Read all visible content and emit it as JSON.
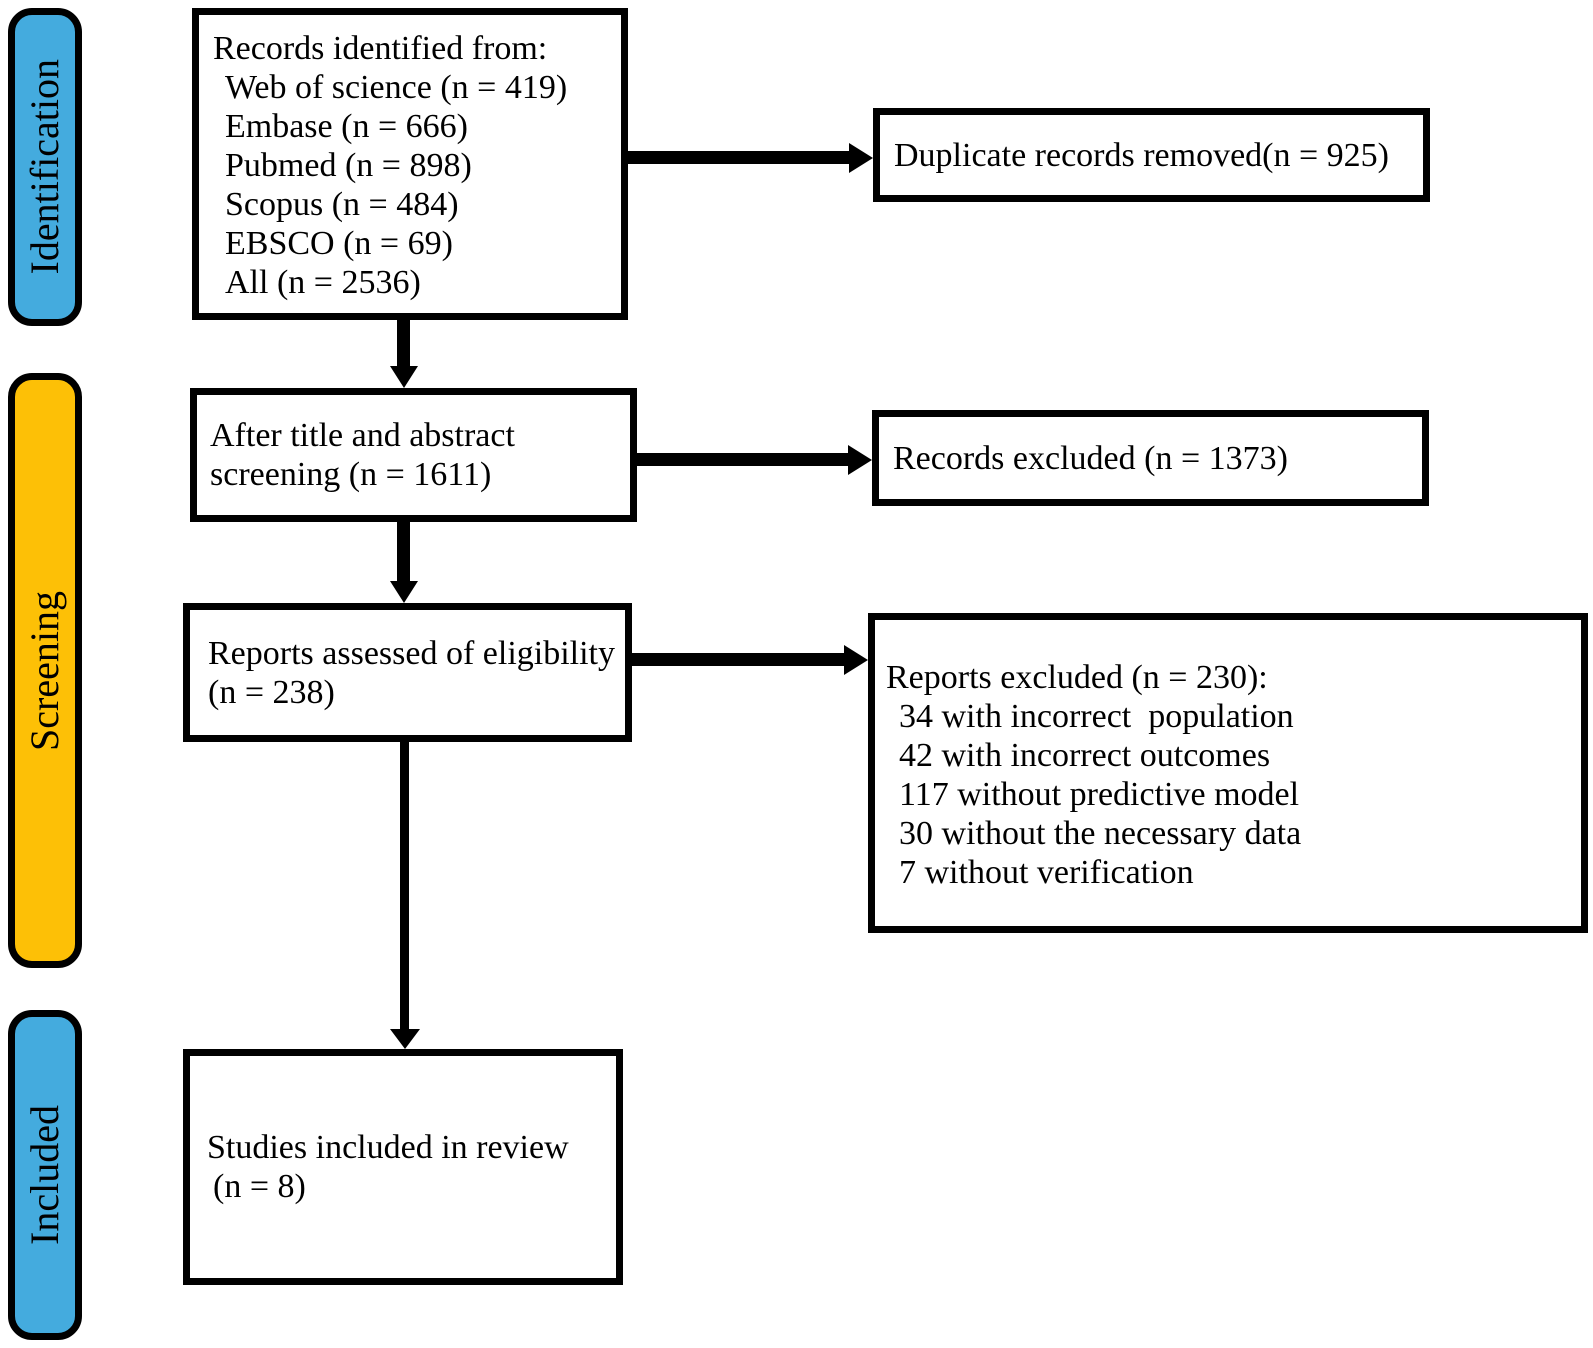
{
  "colors": {
    "stage_blue": "#44ABDE",
    "stage_amber": "#FDC006",
    "box_border": "#000000",
    "background": "#FFFFFF"
  },
  "stages": [
    {
      "label": "Identification"
    },
    {
      "label": "Screening"
    },
    {
      "label": "Included"
    }
  ],
  "boxes": {
    "records_identified": {
      "title": "Records identified from:",
      "items": [
        "Web of science (n = 419)",
        "Embase (n = 666)",
        "Pubmed (n = 898)",
        "Scopus (n = 484)",
        "EBSCO (n = 69)",
        "All (n = 2536)"
      ]
    },
    "duplicates_removed": {
      "text": "Duplicate records removed(n = 925)"
    },
    "title_abstract_screening": {
      "line1": "After title and abstract",
      "line2": "screening (n = 1611)"
    },
    "records_excluded": {
      "text": "Records excluded (n = 1373)"
    },
    "reports_assessed": {
      "line1": "Reports assessed of eligibility",
      "line2": "(n = 238)"
    },
    "reports_excluded": {
      "title": "Reports excluded (n = 230):",
      "items": [
        "34 with incorrect  population",
        "42 with incorrect outcomes",
        "117 without predictive model",
        "30 without the necessary data",
        "7 without verification"
      ]
    },
    "studies_included": {
      "line1": "Studies included in review",
      "line2": "(n = 8)"
    }
  }
}
